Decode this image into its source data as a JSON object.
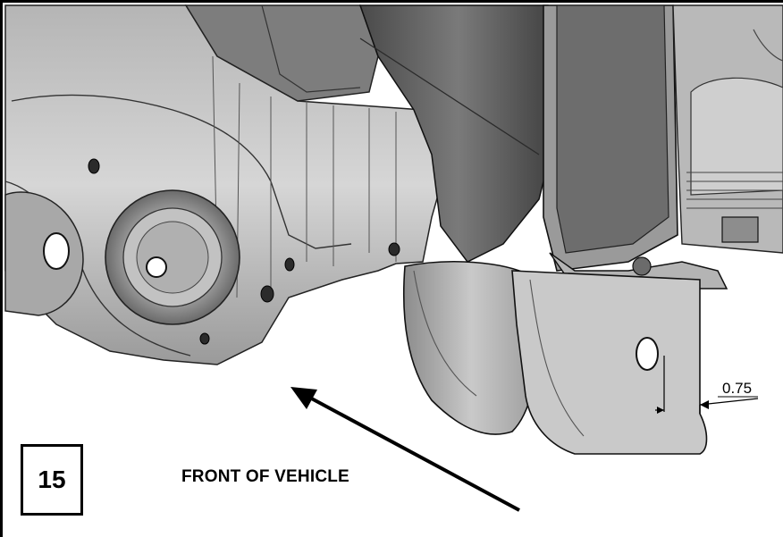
{
  "step": {
    "number": "15"
  },
  "annotation": {
    "direction_label": "FRONT OF VEHICLE"
  },
  "dimension": {
    "value": "0.75"
  },
  "colors": {
    "border": "#000000",
    "metal_light": "#d9d9d9",
    "metal_mid": "#a6a6a6",
    "metal_dark": "#5a5a5a",
    "background": "#ffffff"
  }
}
